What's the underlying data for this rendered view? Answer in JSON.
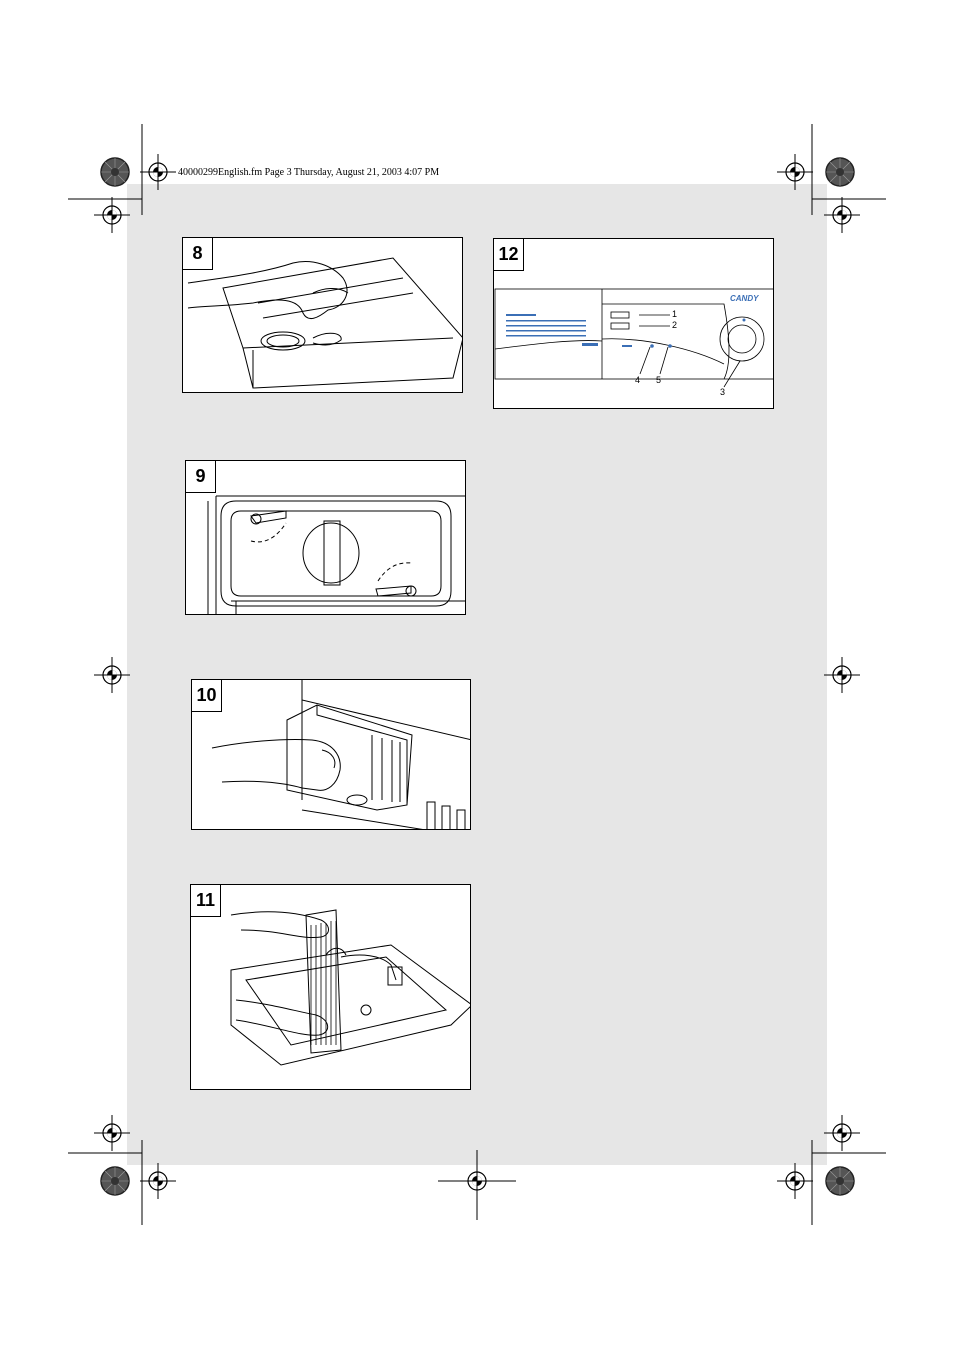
{
  "header": {
    "file_info": "40000299English.fm  Page 3  Thursday, August 21, 2003  4:07 PM"
  },
  "figures": [
    {
      "number": "8"
    },
    {
      "number": "9"
    },
    {
      "number": "10"
    },
    {
      "number": "11"
    },
    {
      "number": "12",
      "callouts": [
        "1",
        "2",
        "3",
        "4",
        "5"
      ],
      "brand": "CANDY"
    }
  ],
  "icons": [
    "registration-mark-icon",
    "color-bar-target-icon"
  ]
}
